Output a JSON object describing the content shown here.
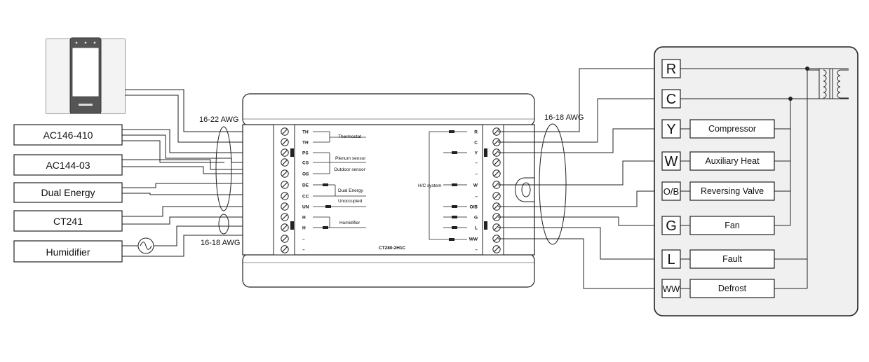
{
  "devices": [
    {
      "id": "ac146",
      "label": "AC146-410"
    },
    {
      "id": "ac144",
      "label": "AC144-03"
    },
    {
      "id": "dualenergy",
      "label": "Dual Energy"
    },
    {
      "id": "ct241",
      "label": "CT241"
    },
    {
      "id": "humidifier",
      "label": "Humidifier"
    }
  ],
  "gauges": {
    "left_top": "16-22 AWG",
    "left_bottom": "16-18 AWG",
    "right_top": "16-18 AWG"
  },
  "controller": {
    "model": "CT280-2H1C",
    "left_terminals": [
      "TH",
      "TH",
      "PS",
      "CS",
      "OS",
      "DE",
      "CC",
      "UN",
      "H",
      "H",
      "–",
      "–"
    ],
    "left_groups": [
      "Thermostat",
      "Plenum sensor",
      "Outdoor sensor",
      "Dual Energy",
      "Unoccupied",
      "Humidifier"
    ],
    "right_terminals": [
      "R",
      "C",
      "Y",
      "–",
      "–",
      "W",
      "–",
      "O/B",
      "G",
      "L",
      "WW",
      "–"
    ],
    "right_group": "H/C system"
  },
  "hvac_terminals": [
    "R",
    "C",
    "Y",
    "W",
    "O/B",
    "G",
    "L",
    "WW"
  ],
  "hvac_functions": [
    "Compressor",
    "Auxiliary Heat",
    "Reversing Valve",
    "Fan",
    "Fault",
    "Defrost"
  ]
}
